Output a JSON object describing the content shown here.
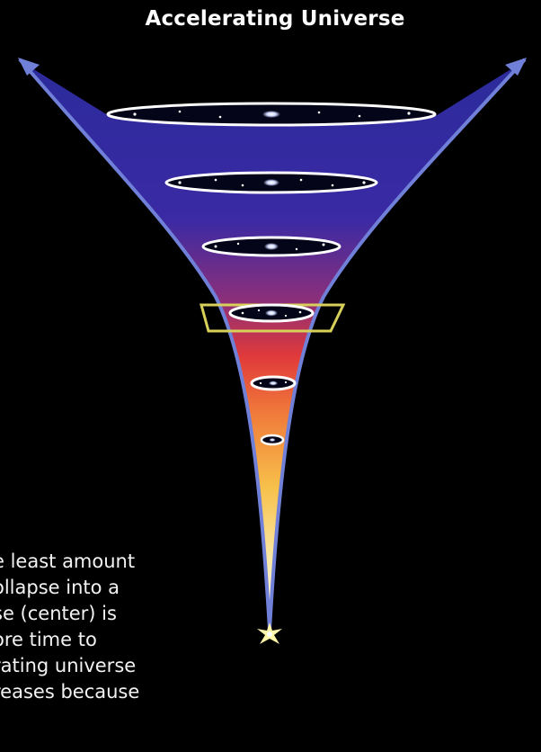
{
  "title": "Accelerating Universe",
  "caption_lines": [
    "e least amount",
    "ollapse into a",
    "se (center) is",
    "ore time to",
    "rating universe",
    "reases because"
  ],
  "colors": {
    "background": "#000000",
    "funnel_top": "#2a2a9a",
    "funnel_mid": "#d83a3a",
    "funnel_low": "#f5b640",
    "funnel_tip": "#ffffff",
    "outline": "#6a7ad0",
    "present_marker": "#d7d05a"
  },
  "icons": [
    "expansion-arrow-left-icon",
    "expansion-arrow-right-icon",
    "big-bang-star-icon"
  ]
}
